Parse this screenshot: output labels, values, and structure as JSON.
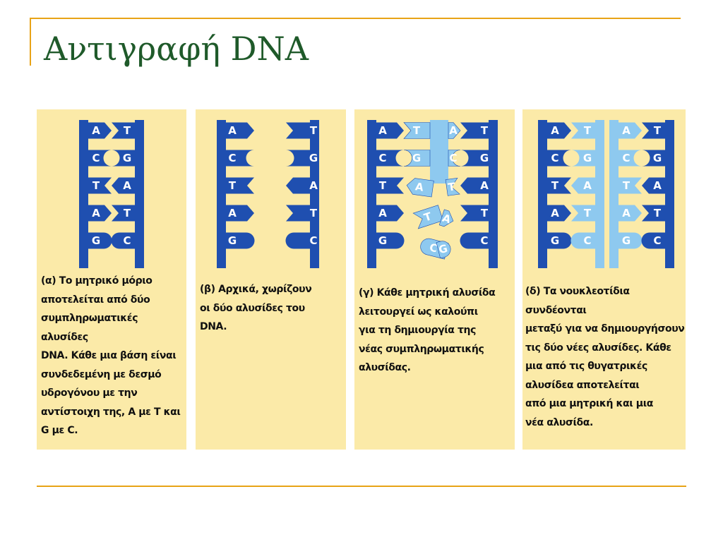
{
  "slide": {
    "title": "Αντιγραφή DNA",
    "accent_color": "#e8a317",
    "title_color": "#1f5a2a",
    "panel_background": "#fbeaa8",
    "parent_strand_color": "#1f4fb0",
    "new_strand_color": "#8ec9ef"
  },
  "panels": [
    {
      "caption": "(α) Το μητρικό μόριο\nαποτελείται από δύο\nσυμπληρωματικές αλυσίδες\nDNA. Κάθε μια βάση είναι\nσυνδεδεμένη με δεσμό\nυδρογόνου με την\nαντίστοιχη της, Α με Τ και\nG με C.",
      "pairs": [
        {
          "left": "A",
          "right": "T"
        },
        {
          "left": "C",
          "right": "G"
        },
        {
          "left": "T",
          "right": "A"
        },
        {
          "left": "A",
          "right": "T"
        },
        {
          "left": "G",
          "right": "C"
        }
      ]
    },
    {
      "caption": "(β) Αρχικά, χωρίζουν\nοι δύο αλυσίδες του\nDNA.",
      "pairs": [
        {
          "left": "A",
          "right": "T"
        },
        {
          "left": "C",
          "right": "G"
        },
        {
          "left": "T",
          "right": "A"
        },
        {
          "left": "A",
          "right": "T"
        },
        {
          "left": "G",
          "right": "C"
        }
      ]
    },
    {
      "caption": "(γ) Κάθε μητρική αλυσίδα\nλειτουργεί ως καλούπι\nγια τη δημιουργία της\nνέας συμπληρωματικής\nαλυσίδας.",
      "template_left": [
        "A",
        "C",
        "T",
        "A",
        "G"
      ],
      "new_left": [
        "T",
        "G",
        "A",
        "T",
        "C"
      ],
      "template_right": [
        "T",
        "G",
        "A",
        "T",
        "C"
      ],
      "new_right": [
        "A",
        "C",
        "T",
        "A",
        "G"
      ]
    },
    {
      "caption": "(δ) Τα νουκλεοτίδια συνδέονται\nμεταξύ για να δημιουργήσουν\nτις δύο νέες αλυσίδες. Κάθε\nμια από τις θυγατρικές\nαλυσίδεα αποτελείται\nαπό μια μητρική και μια\nνέα αλυσίδα.",
      "left_helix": [
        {
          "left": "A",
          "right": "T"
        },
        {
          "left": "C",
          "right": "G"
        },
        {
          "left": "T",
          "right": "A"
        },
        {
          "left": "A",
          "right": "T"
        },
        {
          "left": "G",
          "right": "C"
        }
      ],
      "right_helix": [
        {
          "left": "A",
          "right": "T"
        },
        {
          "left": "C",
          "right": "G"
        },
        {
          "left": "T",
          "right": "A"
        },
        {
          "left": "A",
          "right": "T"
        },
        {
          "left": "G",
          "right": "C"
        }
      ]
    }
  ]
}
